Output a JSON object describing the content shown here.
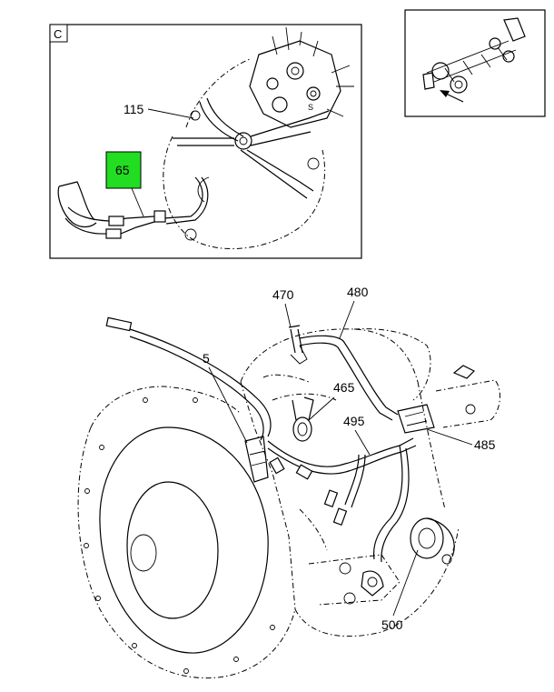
{
  "detail_view": {
    "corner_label": "C",
    "callouts": {
      "c115": "115",
      "c65": "65"
    },
    "highlight_color": "#22dd22"
  },
  "main_view": {
    "callouts": {
      "c470": "470",
      "c480": "480",
      "c5": "5",
      "c465": "465",
      "c495": "495",
      "c485": "485",
      "c500": "500"
    }
  },
  "locator_view": {
    "arrow": "locator-arrow"
  }
}
